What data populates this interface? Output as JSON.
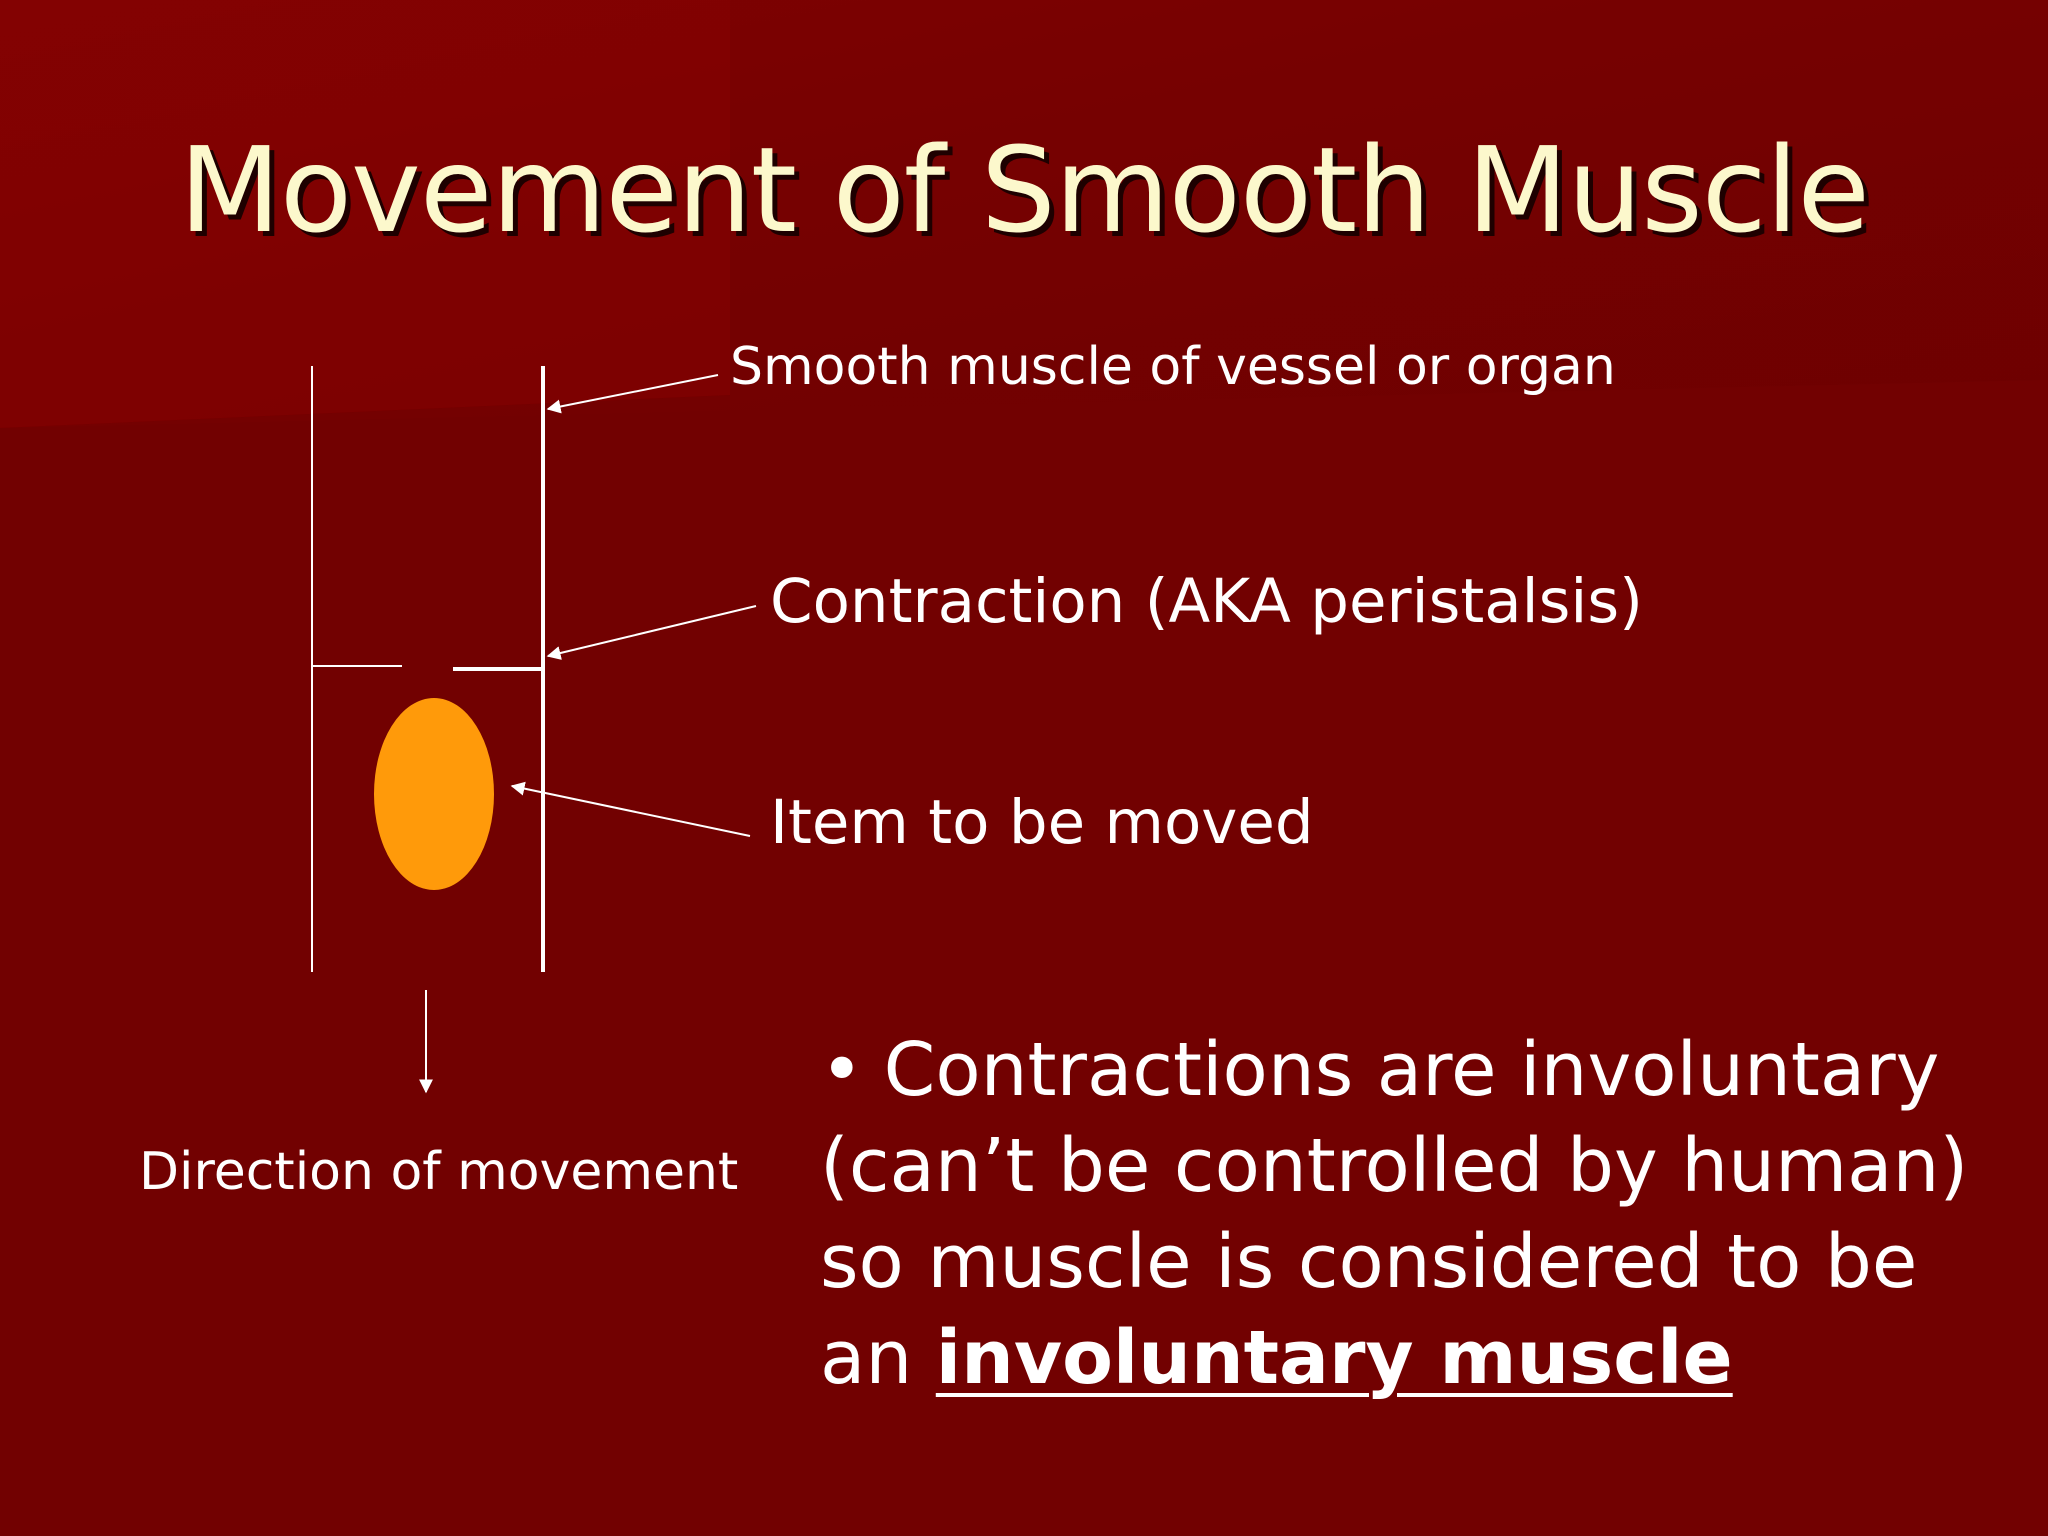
{
  "colors": {
    "background": "#720101",
    "background_highlight": "#8a0202",
    "title": "#fcf8cc",
    "text": "#ffffff",
    "item": "#ff9a0a"
  },
  "slide": {
    "title": "Movement of Smooth Muscle"
  },
  "diagram": {
    "labels": {
      "vessel": "Smooth muscle of vessel or organ",
      "contraction": "Contraction (AKA peristalsis)",
      "item": "Item to be moved",
      "direction": "Direction of movement"
    }
  },
  "bullet": {
    "marker": "•",
    "text_line1": "Contractions are involuntary",
    "text_line2": "(can’t be controlled by human)",
    "text_line3": "so muscle is considered to be",
    "text_prefix": "an",
    "emphasis": "involuntary muscle"
  }
}
